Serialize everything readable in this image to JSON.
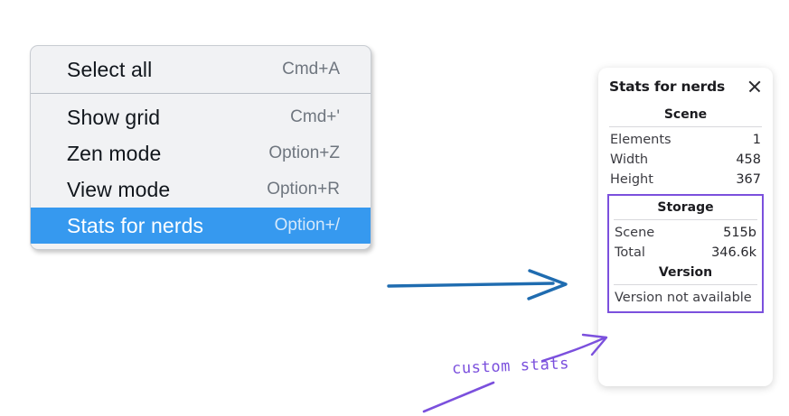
{
  "menu": {
    "sections": [
      {
        "items": [
          {
            "label": "Select all",
            "shortcut": "Cmd+A",
            "highlighted": false
          }
        ]
      },
      {
        "items": [
          {
            "label": "Show grid",
            "shortcut": "Cmd+'",
            "highlighted": false
          },
          {
            "label": "Zen mode",
            "shortcut": "Option+Z",
            "highlighted": false
          },
          {
            "label": "View mode",
            "shortcut": "Option+R",
            "highlighted": false
          },
          {
            "label": "Stats for nerds",
            "shortcut": "Option+/",
            "highlighted": true
          }
        ]
      }
    ],
    "highlight_color": "#3699ef"
  },
  "stats_panel": {
    "title": "Stats for nerds",
    "close_icon": "close-icon",
    "scene": {
      "heading": "Scene",
      "rows": [
        {
          "label": "Elements",
          "value": "1"
        },
        {
          "label": "Width",
          "value": "458"
        },
        {
          "label": "Height",
          "value": "367"
        }
      ]
    },
    "custom": {
      "border_color": "#7b50dd",
      "storage": {
        "heading": "Storage",
        "rows": [
          {
            "label": "Scene",
            "value": "515b"
          },
          {
            "label": "Total",
            "value": "346.6k"
          }
        ]
      },
      "version": {
        "heading": "Version",
        "text": "Version not available"
      }
    }
  },
  "annotations": {
    "blue_arrow_color": "#1f6cb0",
    "purple_color": "#7b50dd",
    "label": "custom stats"
  }
}
